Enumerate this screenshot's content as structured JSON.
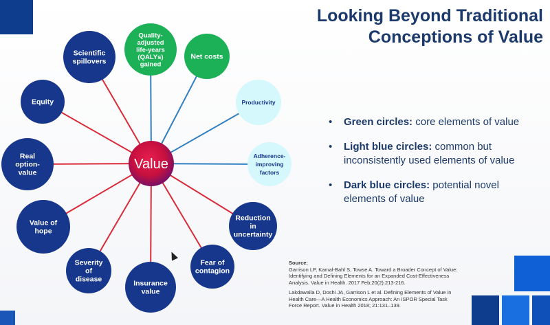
{
  "slide": {
    "title_line1": "Looking Beyond Traditional",
    "title_line2": "Conceptions of Value"
  },
  "diagram": {
    "center": {
      "label": "Value"
    },
    "nodes": [
      {
        "id": "qalys",
        "lines": [
          "Quality-",
          "adjusted",
          "life-years",
          "(QALYs)",
          "gained"
        ],
        "category": "core"
      },
      {
        "id": "net-costs",
        "lines": [
          "Net costs"
        ],
        "category": "core"
      },
      {
        "id": "productivity",
        "lines": [
          "Productivity"
        ],
        "category": "common"
      },
      {
        "id": "adherence",
        "lines": [
          "Adherence-",
          "improving",
          "factors"
        ],
        "category": "common"
      },
      {
        "id": "reduction-uncertainty",
        "lines": [
          "Reduction",
          "in",
          "uncertainty"
        ],
        "category": "novel"
      },
      {
        "id": "fear-contagion",
        "lines": [
          "Fear of",
          "contagion"
        ],
        "category": "novel"
      },
      {
        "id": "insurance-value",
        "lines": [
          "Insurance",
          "value"
        ],
        "category": "novel"
      },
      {
        "id": "severity-disease",
        "lines": [
          "Severity",
          "of",
          "disease"
        ],
        "category": "novel"
      },
      {
        "id": "value-hope",
        "lines": [
          "Value of",
          "hope"
        ],
        "category": "novel"
      },
      {
        "id": "real-option-value",
        "lines": [
          "Real",
          "option-",
          "value"
        ],
        "category": "novel"
      },
      {
        "id": "equity",
        "lines": [
          "Equity"
        ],
        "category": "novel"
      },
      {
        "id": "scientific-spillovers",
        "lines": [
          "Scientific",
          "spillovers"
        ],
        "category": "novel"
      }
    ],
    "colors": {
      "core": "#1db157",
      "common": "#d4f8fb",
      "novel": "#17378c",
      "center": "#c8103e",
      "spoke_red": "#d92b3a",
      "spoke_blue": "#2f7fc1"
    }
  },
  "legend": {
    "bullet": "•",
    "items": [
      {
        "bold": "Green circles:",
        "text": " core elements of value"
      },
      {
        "bold": "Light blue circles:",
        "text": " common but inconsistently used elements of value"
      },
      {
        "bold": "Dark blue circles:",
        "text": " potential novel elements of value"
      }
    ]
  },
  "source": {
    "heading": "Source:",
    "refs": [
      "Garrison LP, Kamal-Bahl S, Towse A. Toward a Broader Concept of Value: Identifying and Defining Elements for an Expanded Cost-Effectiveness Analysis. Value in Health. 2017 Feb;20(2):213-216.",
      "Lakdawalla D, Doshi JA, Garrison L et al. Defining Elements of Value in Health Care—A Health Economics Approach: An ISPOR Special Task Force Report. Value in Health 2018; 21:131–139."
    ]
  }
}
